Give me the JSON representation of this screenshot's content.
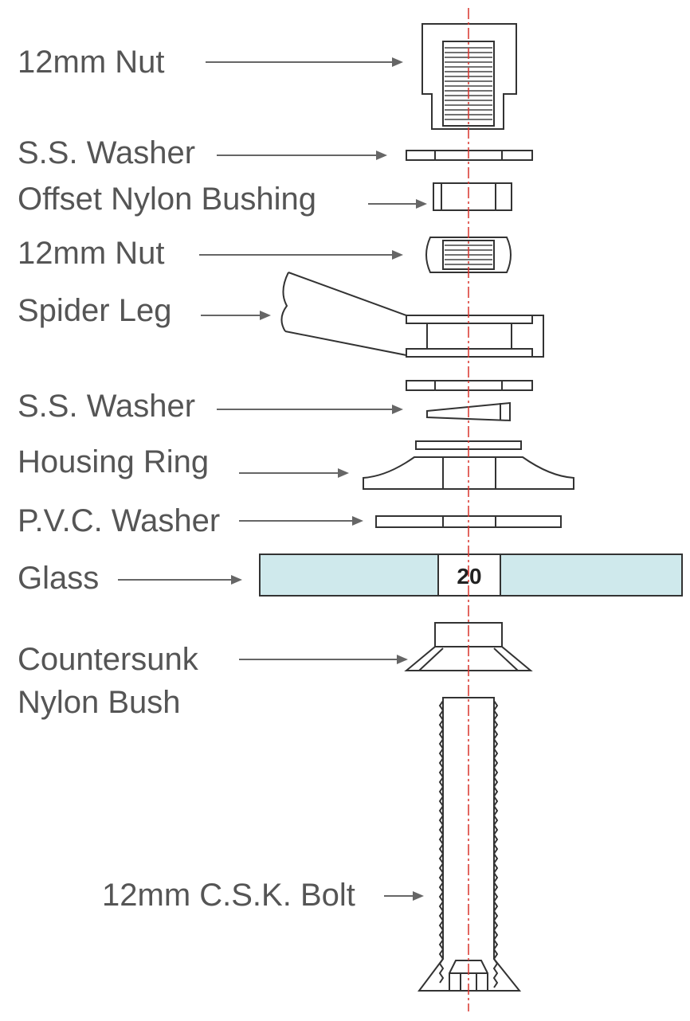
{
  "labels": {
    "nut_top": "12mm Nut",
    "washer_top": "S.S. Washer",
    "offset_bushing": "Offset Nylon Bushing",
    "nut_mid": "12mm Nut",
    "spider_leg": "Spider Leg",
    "washer_mid": "S.S. Washer",
    "housing_ring": "Housing Ring",
    "pvc_washer": "P.V.C. Washer",
    "glass": "Glass",
    "countersunk_line1": "Countersunk",
    "countersunk_line2": "Nylon Bush",
    "bolt": "12mm C.S.K. Bolt"
  },
  "glass_thickness": "20",
  "colors": {
    "label_text": "#555555",
    "outline": "#333333",
    "glass_fill": "#cfe9ec",
    "centerline": "#d9332c"
  }
}
